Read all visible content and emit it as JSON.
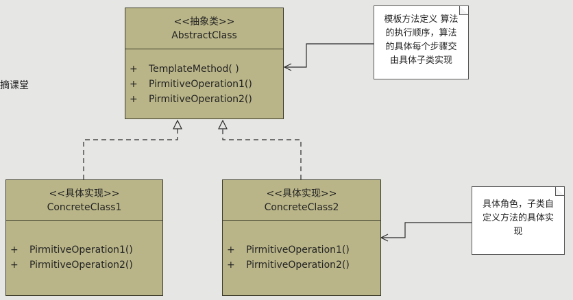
{
  "side_text": "摘课堂",
  "abstract_class": {
    "stereotype": "<<抽象类>>",
    "name": "AbstractClass",
    "operations": [
      {
        "vis": "+",
        "sig": "TemplateMethod( )"
      },
      {
        "vis": "+",
        "sig": "PirmitiveOperation1()"
      },
      {
        "vis": "+",
        "sig": "PirmitiveOperation2()"
      }
    ]
  },
  "concrete_class_1": {
    "stereotype": "<<具体实现>>",
    "name": "ConcreteClass1",
    "operations": [
      {
        "vis": "+",
        "sig": "PirmitiveOperation1()"
      },
      {
        "vis": "+",
        "sig": "PirmitiveOperation2()"
      }
    ]
  },
  "concrete_class_2": {
    "stereotype": "<<具体实现>>",
    "name": "ConcreteClass2",
    "operations": [
      {
        "vis": "+",
        "sig": "PirmitiveOperation1()"
      },
      {
        "vis": "+",
        "sig": "PirmitiveOperation2()"
      }
    ]
  },
  "note_template": {
    "lines": [
      "模板方法定义 算法",
      "的执行顺序，算法",
      "的具体每个步骤交",
      "由具体子类实现"
    ]
  },
  "note_concrete": {
    "lines": [
      "具体角色，子类自",
      "定义方法的具体实",
      "现"
    ]
  },
  "colors": {
    "class_fill": "#b9b588",
    "class_border": "#3b3b2a",
    "background": "#e6e6e4",
    "note_fill": "#ffffff"
  }
}
